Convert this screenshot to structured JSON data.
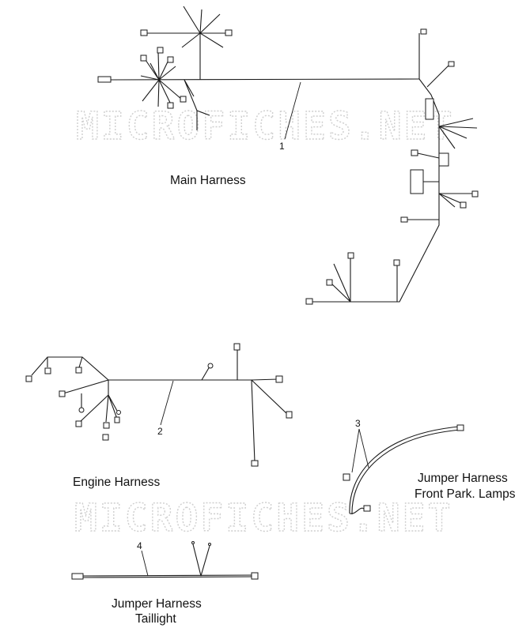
{
  "watermark": "MICROFICHES.NET",
  "parts": [
    {
      "callout": "1",
      "label_lines": [
        "Main Harness"
      ]
    },
    {
      "callout": "2",
      "label_lines": [
        "Engine Harness"
      ]
    },
    {
      "callout": "3",
      "label_lines": [
        "Jumper Harness",
        "Front Park. Lamps"
      ]
    },
    {
      "callout": "4",
      "label_lines": [
        "Jumper Harness",
        "Taillight"
      ]
    }
  ]
}
